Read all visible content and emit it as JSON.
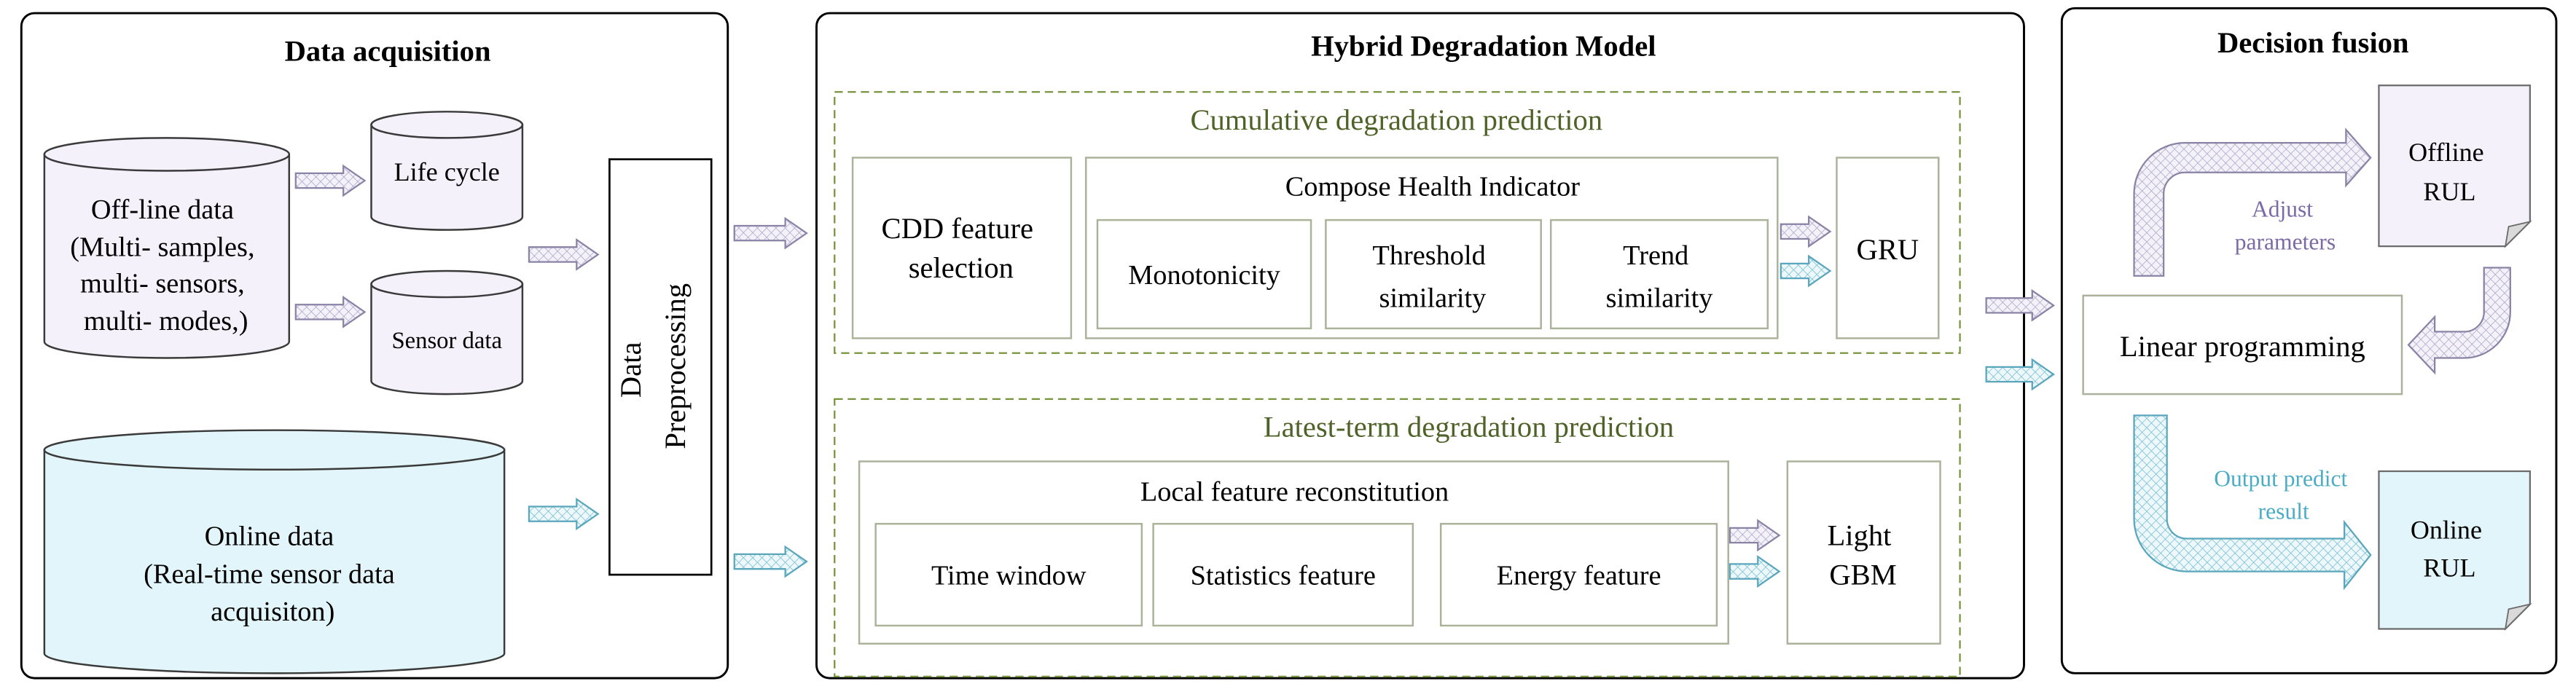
{
  "acquisition": {
    "title": "Data acquisition",
    "offline_data": [
      "Off-line data",
      "(Multi- samples,",
      "multi- sensors,",
      "multi- modes,)"
    ],
    "life_cycle": "Life cycle",
    "sensor_data": "Sensor data",
    "online_data": [
      "Online data",
      "(Real-time sensor data",
      "acquisiton)"
    ],
    "preprocessing": [
      "Data",
      "Preprocessing"
    ]
  },
  "model": {
    "title": "Hybrid Degradation Model",
    "cumulative": {
      "title": "Cumulative degradation prediction",
      "feature_selection": [
        "CDD feature",
        "selection"
      ],
      "health_indicator": {
        "title": "Compose Health Indicator",
        "items": [
          [
            "Monotonicity"
          ],
          [
            "Threshold",
            "similarity"
          ],
          [
            "Trend",
            "similarity"
          ]
        ]
      },
      "predictor": "GRU"
    },
    "latest": {
      "title": "Latest-term degradation prediction",
      "local_features": {
        "title": "Local feature reconstitution",
        "items": [
          "Time window",
          "Statistics feature",
          "Energy feature"
        ]
      },
      "predictor": [
        "Light",
        "GBM"
      ]
    }
  },
  "fusion": {
    "title": "Decision fusion",
    "offline_rul": [
      "Offline",
      "RUL"
    ],
    "adjust_label": [
      "Adjust",
      "parameters"
    ],
    "linear_programming": "Linear programming",
    "output_label": [
      "Output predict",
      "result"
    ],
    "online_rul": [
      "Online",
      "RUL"
    ]
  },
  "colors": {
    "panel_border": "#000000",
    "dashed_border": "#77933c",
    "box_border": "#aab39a",
    "subtitle_green": "#4f6228",
    "offline_fill": "#f4f1fb",
    "online_fill": "#e2f5fa",
    "adjust_text": "#7a6aa6",
    "output_text": "#4bacc6",
    "arrow_purple_bg": "#f4f2f9",
    "arrow_purple_line": "#b1a8cc",
    "arrow_purple_outline": "#8a83a6",
    "arrow_cyan_bg": "#eef8fb",
    "arrow_cyan_line": "#78c1d6",
    "arrow_cyan_outline": "#5aa6bd"
  }
}
